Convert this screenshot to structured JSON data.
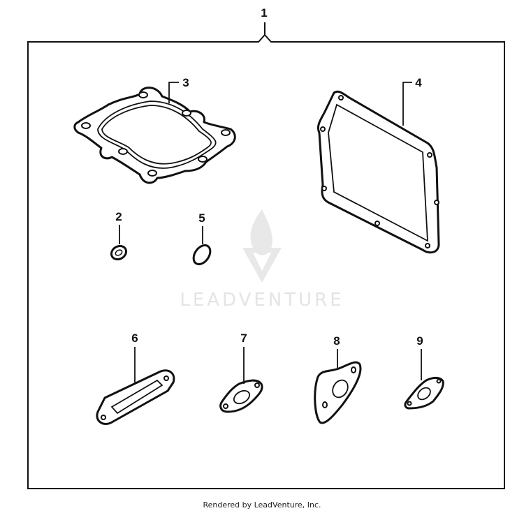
{
  "diagram": {
    "callouts": [
      "1",
      "2",
      "3",
      "4",
      "5",
      "6",
      "7",
      "8",
      "9"
    ],
    "watermark": "LEADVENTURE"
  },
  "footer": {
    "text": "Rendered by LeadVenture, Inc."
  }
}
